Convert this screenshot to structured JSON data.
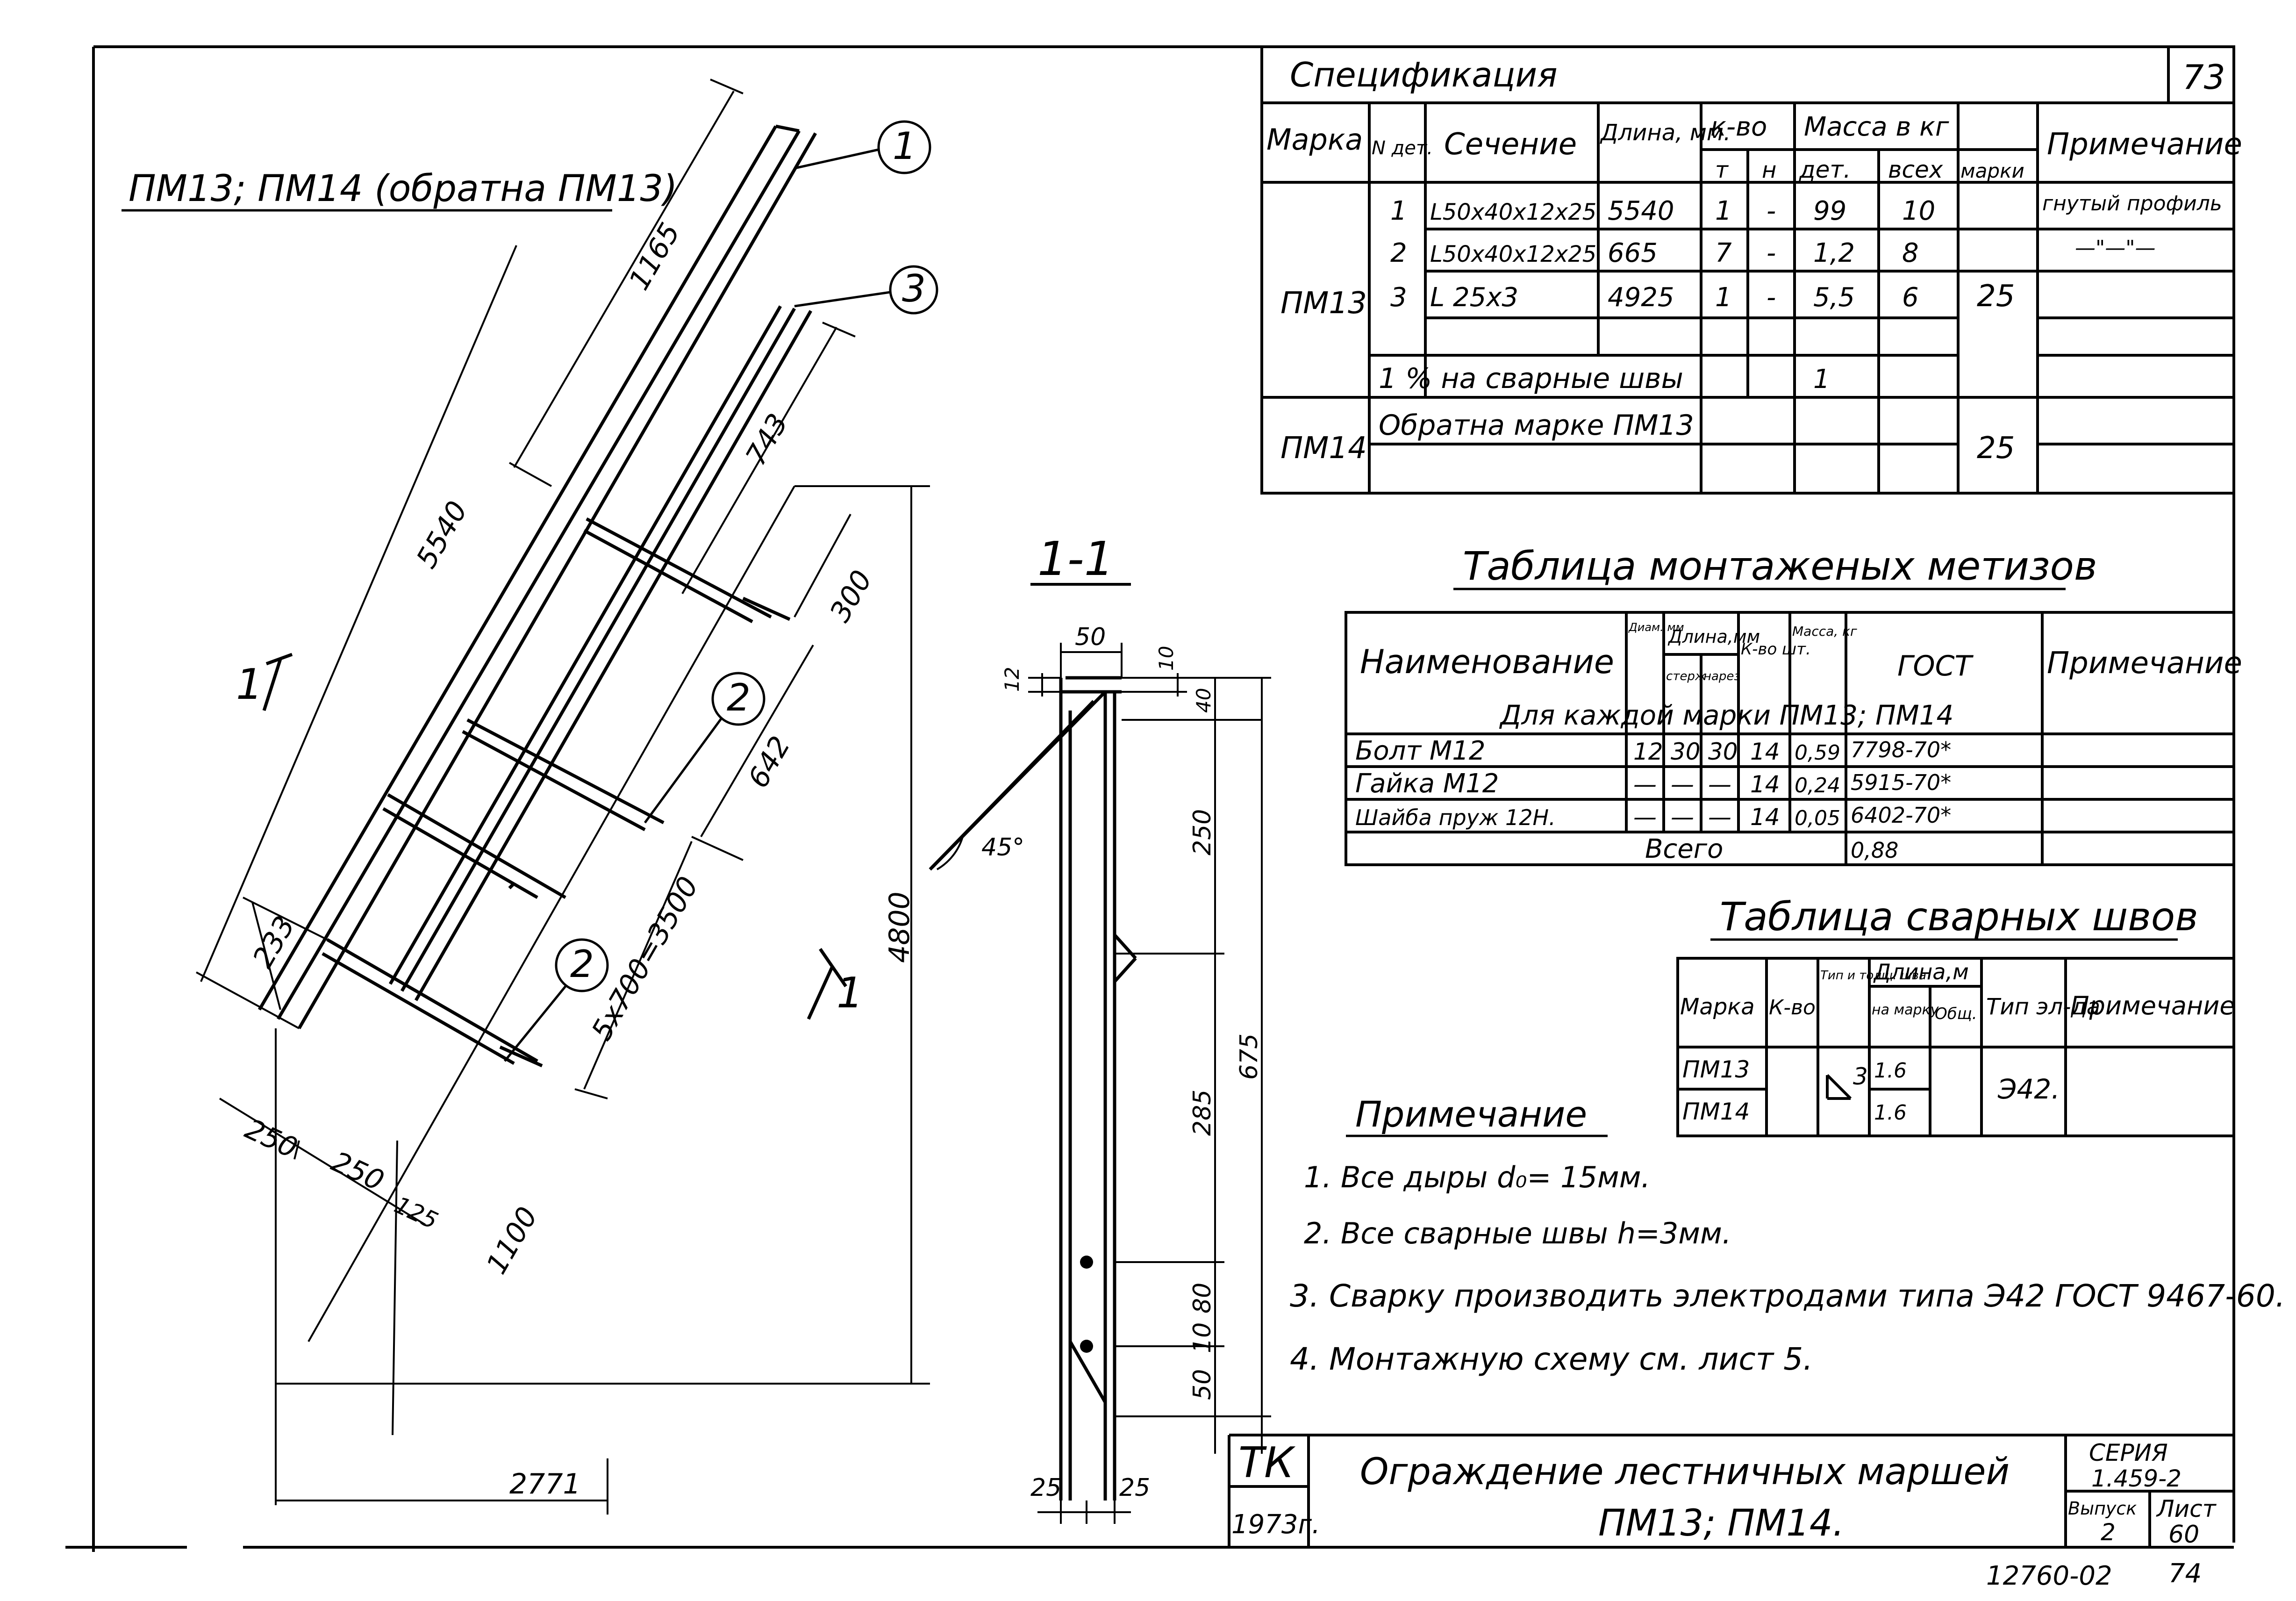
{
  "sheet_number_top": "73",
  "drawing": {
    "view_title": "ПМ13; ПМ14 (обратна ПМ13)",
    "section_mark": "1",
    "section_title": "1-1",
    "callouts": [
      "1",
      "2",
      "2",
      "3"
    ],
    "dims_main": {
      "d5540": "5540",
      "d1165": "1165",
      "d743": "743",
      "d300": "300",
      "d642": "642",
      "d5x700": "5x700=3500",
      "d4800": "4800",
      "d233": "233",
      "d250a": "250",
      "d250b": "250",
      "d125": "125",
      "d1100": "1100",
      "d2771": "2771"
    },
    "dims_section": {
      "d50": "50",
      "d10": "10",
      "d12": "12",
      "d40": "40",
      "d45": "45°",
      "d250": "250",
      "d675": "675",
      "d285": "285",
      "d80": "80",
      "d10b": "10",
      "d50b": "50",
      "d25a": "25",
      "d25b": "25"
    }
  },
  "spec": {
    "title": "Спецификация",
    "headers": {
      "marka": "Марка",
      "ndet": "N дет.",
      "section": "Сечение",
      "length": "Длина, мм.",
      "qty": "к-во",
      "qty_t": "т",
      "qty_n": "н",
      "mass": "Масса в кг",
      "mass_det": "дет.",
      "mass_all": "всех",
      "mass_mark": "марки",
      "note": "Примечание"
    },
    "pm13": "ПМ13",
    "rows": [
      {
        "n": "1",
        "section": "L50x40x12x25",
        "length": "5540",
        "t": "1",
        "nn": "-",
        "det": "99",
        "all": "10",
        "note": "гнутый профиль"
      },
      {
        "n": "2",
        "section": "L50x40x12x25",
        "length": "665",
        "t": "7",
        "nn": "-",
        "det": "1,2",
        "all": "8",
        "note": "—\"—\"—"
      },
      {
        "n": "3",
        "section": "L 25x3",
        "length": "4925",
        "t": "1",
        "nn": "-",
        "det": "5,5",
        "all": "6",
        "note": ""
      }
    ],
    "weld_label": "1 % на сварные швы",
    "weld_value": "1",
    "pm13_mass": "25",
    "pm14": "ПМ14",
    "pm14_text": "Обратна марке ПМ13",
    "pm14_mass": "25"
  },
  "hardware": {
    "title": "Таблица монтаженых метизов",
    "headers": {
      "name": "Наименование",
      "diam": "Диам. мм",
      "length": "Длина,мм",
      "l_rod": "стерж",
      "l_thread": "нарез",
      "qty": "К-во шт.",
      "mass": "Масса, кг",
      "gost": "ГОСТ",
      "note": "Примечание"
    },
    "group": "Для каждой марки ПМ13; ПМ14",
    "rows": [
      {
        "name": "Болт М12",
        "d": "12",
        "l1": "30",
        "l2": "30",
        "q": "14",
        "m": "0,59",
        "gost": "7798-70*"
      },
      {
        "name": "Гайка М12",
        "d": "—",
        "l1": "—",
        "l2": "—",
        "q": "14",
        "m": "0,24",
        "gost": "5915-70*"
      },
      {
        "name": "Шайба пруж 12Н.",
        "d": "—",
        "l1": "—",
        "l2": "—",
        "q": "14",
        "m": "0,05",
        "gost": "6402-70*"
      }
    ],
    "total_label": "Всего",
    "total": "0,88"
  },
  "welds": {
    "title": "Таблица сварных швов",
    "headers": {
      "marka": "Марка",
      "qty": "К-во",
      "type": "Тип и толщ. шва",
      "length": "Длина,м",
      "l_mark": "на марку",
      "l_total": "Общ.",
      "electrode": "Тип эл-да",
      "note": "Примечание"
    },
    "marks": [
      "ПМ13",
      "ПМ14"
    ],
    "weld_size": "3",
    "lengths": [
      "1.6",
      "1.6"
    ],
    "electrode": "Э42."
  },
  "notes": {
    "title": "Примечание",
    "items": [
      "1. Все дыры d₀= 15мм.",
      "2. Все сварные швы h=3мм.",
      "3. Сварку производить электродами типа Э42 ГОСТ 9467-60.",
      "4. Монтажную схему см. лист 5."
    ]
  },
  "title_block": {
    "org": "ТК",
    "year": "1973г.",
    "title_line1": "Ограждение лестничных маршей",
    "title_line2": "ПМ13; ПМ14.",
    "series_label": "СЕРИЯ",
    "series": "1.459-2",
    "issue_label": "Выпуск",
    "issue": "2",
    "sheet_label": "Лист",
    "sheet": "60"
  },
  "footer_code": "12760-02",
  "footer_sheet": "74"
}
